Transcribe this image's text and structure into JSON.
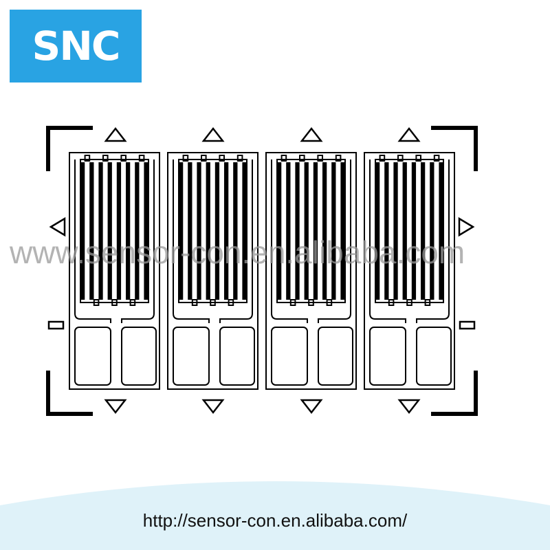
{
  "logo": {
    "text": "SNC",
    "background": "#29a3e3",
    "foreground": "#ffffff"
  },
  "watermark": {
    "text": "www.sensor-con.en.alibaba.com",
    "color": "#9a9a9a"
  },
  "footer": {
    "url": "http://sensor-con.en.alibaba.com/",
    "band_color": "#dff2f9"
  },
  "diagram": {
    "gauge_count": 4,
    "grid_lines_per_gauge": 8,
    "line_color": "#000000"
  }
}
